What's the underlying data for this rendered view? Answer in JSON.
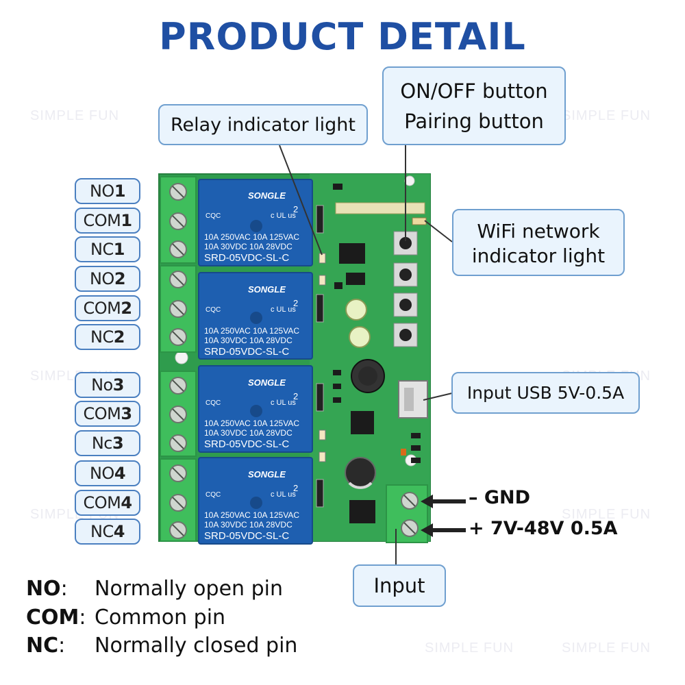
{
  "title": "PRODUCT DETAIL",
  "watermark": "SIMPLE FUN",
  "callouts": {
    "relay_indicator": "Relay indicator light",
    "onoff_line1": "ON/OFF button",
    "onoff_line2": "Pairing button",
    "wifi_line1": "WiFi network",
    "wifi_line2": "indicator light",
    "usb_input": "Input USB 5V-0.5A",
    "input": "Input"
  },
  "power": {
    "gnd": "– GND",
    "vin": "+ 7V-48V 0.5A"
  },
  "pins": [
    {
      "prefix": "NO",
      "num": "1"
    },
    {
      "prefix": "COM",
      "num": "1"
    },
    {
      "prefix": "NC",
      "num": "1"
    },
    {
      "prefix": "NO",
      "num": "2"
    },
    {
      "prefix": "COM",
      "num": "2"
    },
    {
      "prefix": "NC",
      "num": "2"
    },
    {
      "prefix": "No",
      "num": "3"
    },
    {
      "prefix": "COM",
      "num": "3"
    },
    {
      "prefix": "Nc",
      "num": "3"
    },
    {
      "prefix": "NO",
      "num": "4"
    },
    {
      "prefix": "COM",
      "num": "4"
    },
    {
      "prefix": "NC",
      "num": "4"
    }
  ],
  "relay": {
    "brand": "SONGLE",
    "rating1": "10A 250VAC  10A 125VAC",
    "rating2": "10A  30VDC  10A  28VDC",
    "model": "SRD-05VDC-SL-C",
    "cqc": "CQC",
    "ul": "c UL us",
    "num": "2"
  },
  "legend": [
    {
      "term": "NO",
      "colon": ":",
      "definition": "Normally open pin"
    },
    {
      "term": "COM",
      "colon": ":",
      "definition": "Common pin"
    },
    {
      "term": "NC",
      "colon": ":",
      "definition": "Normally closed pin"
    }
  ],
  "colors": {
    "title": "#1f4fa3",
    "pcb": "#2f9c4d",
    "terminal": "#3fbe5c",
    "relay": "#1e5fb0",
    "callout_border": "#6f9fcf",
    "callout_fill": "#eaf4fd"
  }
}
